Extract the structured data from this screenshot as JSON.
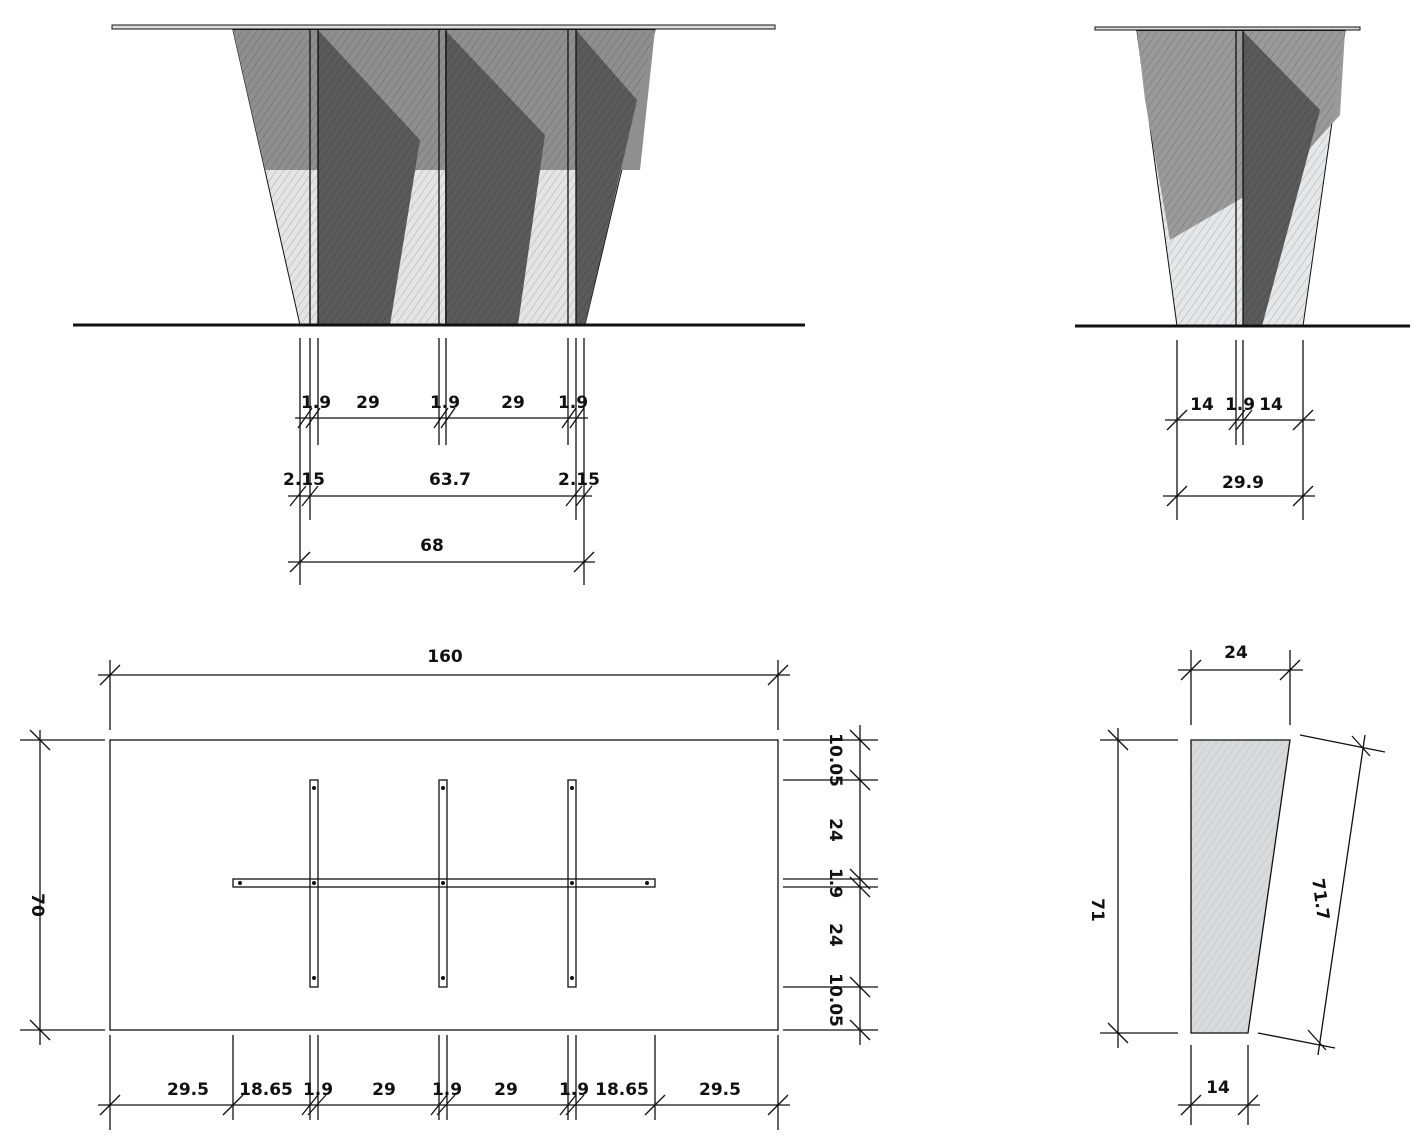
{
  "front_elevation": {
    "row1": [
      "1.9",
      "29",
      "1.9",
      "29",
      "1.9"
    ],
    "row2": [
      "2.15",
      "63.7",
      "2.15"
    ],
    "row3": [
      "68"
    ]
  },
  "side_elevation": {
    "row1": [
      "14",
      "1.9",
      "14"
    ],
    "row2": [
      "29.9"
    ]
  },
  "plan": {
    "width": "160",
    "depth": "70",
    "right": [
      "10.05",
      "24",
      "1.9",
      "24",
      "10.05"
    ],
    "bottom": [
      "29.5",
      "18.65",
      "1.9",
      "29",
      "1.9",
      "29",
      "1.9",
      "18.65",
      "29.5"
    ]
  },
  "leg_detail": {
    "top": "24",
    "bottom": "14",
    "height": "71",
    "slant": "71.7"
  },
  "colors": {
    "ink": "#111111",
    "shade_dark": "#555555",
    "shade_mid": "#8a8a8a",
    "shade_light": "#d4d6d8"
  }
}
